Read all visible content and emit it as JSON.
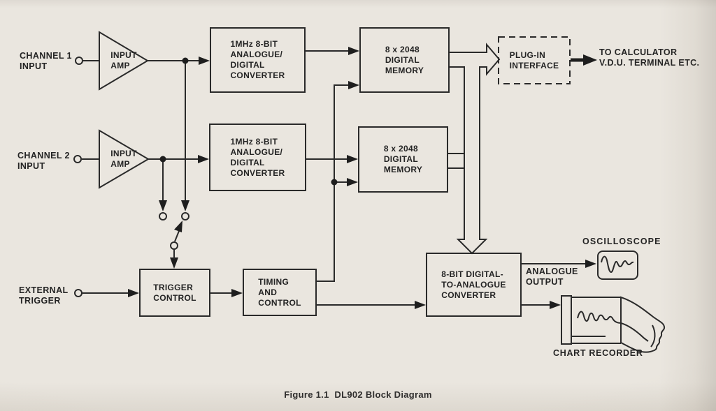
{
  "colors": {
    "paper": "#eae6df",
    "ink": "#2a2a2a"
  },
  "inputs": {
    "channel1": {
      "label": "CHANNEL 1\nINPUT"
    },
    "channel2": {
      "label": "CHANNEL 2\nINPUT"
    },
    "external_trigger": {
      "label": "EXTERNAL\nTRIGGER"
    }
  },
  "blocks": {
    "input_amp_1": {
      "label": "INPUT\nAMP"
    },
    "input_amp_2": {
      "label": "INPUT\nAMP"
    },
    "adc_1": {
      "label": "1MHz 8-BIT\nANALOGUE/\nDIGITAL\nCONVERTER"
    },
    "adc_2": {
      "label": "1MHz 8-BIT\nANALOGUE/\nDIGITAL\nCONVERTER"
    },
    "memory_1": {
      "label": "8 x 2048\nDIGITAL\nMEMORY"
    },
    "memory_2": {
      "label": "8 x 2048\nDIGITAL\nMEMORY"
    },
    "plug_in_interface": {
      "label": "PLUG-IN\nINTERFACE"
    },
    "trigger_control": {
      "label": "TRIGGER\nCONTROL"
    },
    "timing_and_control": {
      "label": "TIMING\nAND\nCONTROL"
    },
    "dac": {
      "label": "8-BIT DIGITAL-\nTO-ANALOGUE\nCONVERTER"
    }
  },
  "outputs": {
    "to_calculator": {
      "label": "TO CALCULATOR\nV.D.U. TERMINAL ETC."
    },
    "analogue_output": {
      "label": "ANALOGUE\nOUTPUT"
    },
    "oscilloscope": {
      "label": "OSCILLOSCOPE"
    },
    "chart_recorder": {
      "label": "CHART RECORDER"
    }
  },
  "caption": "Figure 1.1  DL902 Block Diagram"
}
